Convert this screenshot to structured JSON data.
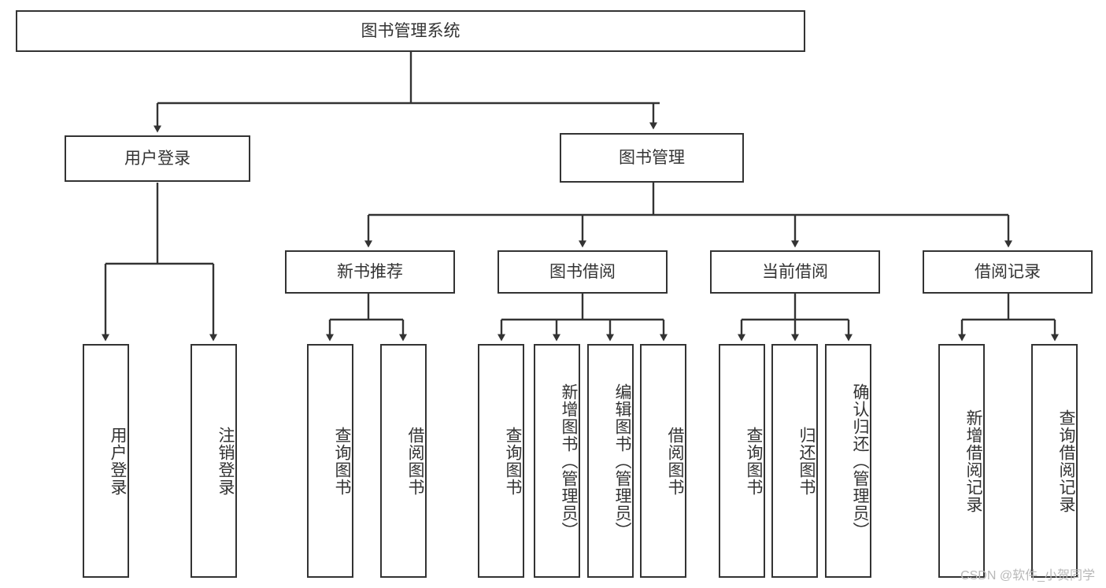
{
  "diagram": {
    "title": "图书管理系统",
    "watermark": "CSDN @软件_小贺同学",
    "colors": {
      "stroke": "#333333",
      "fill": "#ffffff",
      "text": "#333333",
      "watermark": "#b8b8b8"
    },
    "nodes": {
      "root": {
        "label": "图书管理系统"
      },
      "level2": [
        {
          "id": "user-login",
          "label": "用户登录"
        },
        {
          "id": "book-manage",
          "label": "图书管理"
        }
      ],
      "level3": [
        {
          "id": "new-book-recommend",
          "label": "新书推荐"
        },
        {
          "id": "book-borrow",
          "label": "图书借阅"
        },
        {
          "id": "current-borrow",
          "label": "当前借阅"
        },
        {
          "id": "borrow-record",
          "label": "借阅记录"
        }
      ],
      "leaves": {
        "user_login": [
          {
            "id": "leaf-user-login",
            "label": "用户登录"
          },
          {
            "id": "leaf-logout-login",
            "label": "注销登录"
          }
        ],
        "new_book_recommend": [
          {
            "id": "leaf-query-book-1",
            "label": "查询图书"
          },
          {
            "id": "leaf-borrow-book-1",
            "label": "借阅图书"
          }
        ],
        "book_borrow": [
          {
            "id": "leaf-query-book-2",
            "label": "查询图书"
          },
          {
            "id": "leaf-add-book",
            "label": "新增图书（管理员）"
          },
          {
            "id": "leaf-edit-book",
            "label": "编辑图书（管理员）"
          },
          {
            "id": "leaf-borrow-book-2",
            "label": "借阅图书"
          }
        ],
        "current_borrow": [
          {
            "id": "leaf-query-book-3",
            "label": "查询图书"
          },
          {
            "id": "leaf-return-book",
            "label": "归还图书"
          },
          {
            "id": "leaf-confirm-return",
            "label": "确认归还（管理员）"
          }
        ],
        "borrow_record": [
          {
            "id": "leaf-add-record",
            "label": "新增借阅记录"
          },
          {
            "id": "leaf-query-record",
            "label": "查询借阅记录"
          }
        ]
      }
    }
  }
}
